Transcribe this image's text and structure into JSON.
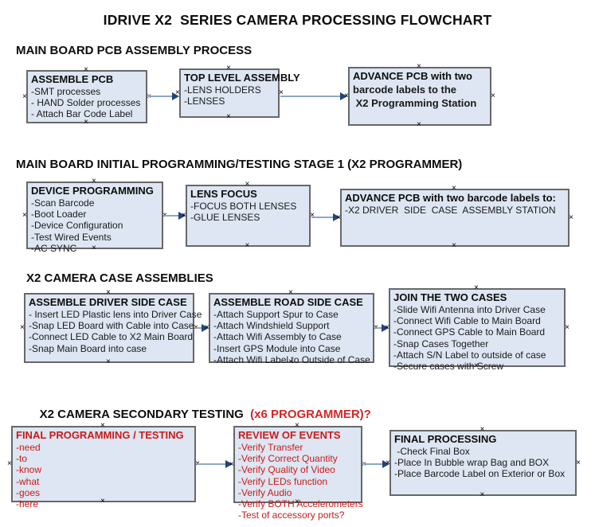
{
  "title": "IDRIVE X2  SERIES CAMERA PROCESSING FLOWCHART",
  "colors": {
    "box_fill": "#dde6f2",
    "box_border": "#686868",
    "arrow_line": "#8ea5c6",
    "arrow_head": "#21447a",
    "alert_red": "#cc1a1a"
  },
  "sections": [
    {
      "heading": "MAIN BOARD PCB ASSEMBLY PROCESS",
      "boxes": [
        {
          "title": "ASSEMBLE PCB",
          "items": [
            "-SMT processes",
            "- HAND Solder processes",
            "- Attach Bar Code Label"
          ]
        },
        {
          "title": "TOP LEVEL ASSEMBLY",
          "items": [
            "-LENS HOLDERS",
            "-LENSES"
          ]
        },
        {
          "title": "ADVANCE PCB with two",
          "items": [
            "barcode labels to the",
            " X2 Programming Station"
          ]
        }
      ]
    },
    {
      "heading": "MAIN BOARD INITIAL PROGRAMMING/TESTING STAGE 1 (X2 PROGRAMMER)",
      "boxes": [
        {
          "title": "DEVICE PROGRAMMING",
          "items": [
            "-Scan Barcode",
            "-Boot Loader",
            "-Device Configuration",
            "-Test Wired Events",
            "-AC SYNC"
          ]
        },
        {
          "title": "LENS FOCUS",
          "items": [
            "-FOCUS BOTH LENSES",
            "-GLUE LENSES"
          ]
        },
        {
          "title": "ADVANCE PCB with two barcode labels to:",
          "items": [
            "-X2 DRIVER  SIDE  CASE  ASSEMBLY STATION"
          ]
        }
      ]
    },
    {
      "heading": "X2 CAMERA CASE ASSEMBLIES",
      "boxes": [
        {
          "title": "ASSEMBLE DRIVER SIDE CASE",
          "items": [
            "- Insert LED Plastic lens into Driver Case",
            "-Snap LED Board with Cable into Case",
            "-Connect LED Cable to X2 Main Board",
            "-Snap Main Board into case"
          ]
        },
        {
          "title": "ASSEMBLE ROAD SIDE CASE",
          "items": [
            "-Attach Support Spur to Case",
            "-Attach Windshield Support",
            "-Attach Wifi Assembly to Case",
            "-Insert GPS Module into Case",
            "-Attach Wifi Label to Outside of Case"
          ]
        },
        {
          "title": "JOIN THE TWO CASES",
          "items": [
            "-Slide Wifi Antenna into Driver Case",
            "-Connect Wifi Cable to Main Board",
            "-Connect GPS Cable to Main Board",
            "-Snap Cases Together",
            "-Attach S/N Label to outside of case",
            "-Secure cases with Screw"
          ]
        }
      ]
    },
    {
      "heading": "X2 CAMERA SECONDARY TESTING",
      "heading_suffix": "  (x6 PROGRAMMER)?",
      "boxes": [
        {
          "title": "FINAL PROGRAMMING / TESTING",
          "items": [
            "-need",
            "-to",
            "-know",
            "-what",
            "-goes",
            "-here"
          ]
        },
        {
          "title": "REVIEW OF EVENTS",
          "items": [
            "-Verify Transfer",
            "-Verify Correct Quantity",
            "-Verify Quality of Video",
            "-Verify LEDs function",
            "-Verify Audio",
            "-Verify BOTH Accelerometers",
            "-Test of accessory ports?"
          ]
        },
        {
          "title": "FINAL PROCESSING",
          "items": [
            " -Check Final Box",
            "-Place In Bubble wrap Bag and BOX",
            "-Place Barcode Label on Exterior or Box"
          ]
        }
      ]
    }
  ]
}
